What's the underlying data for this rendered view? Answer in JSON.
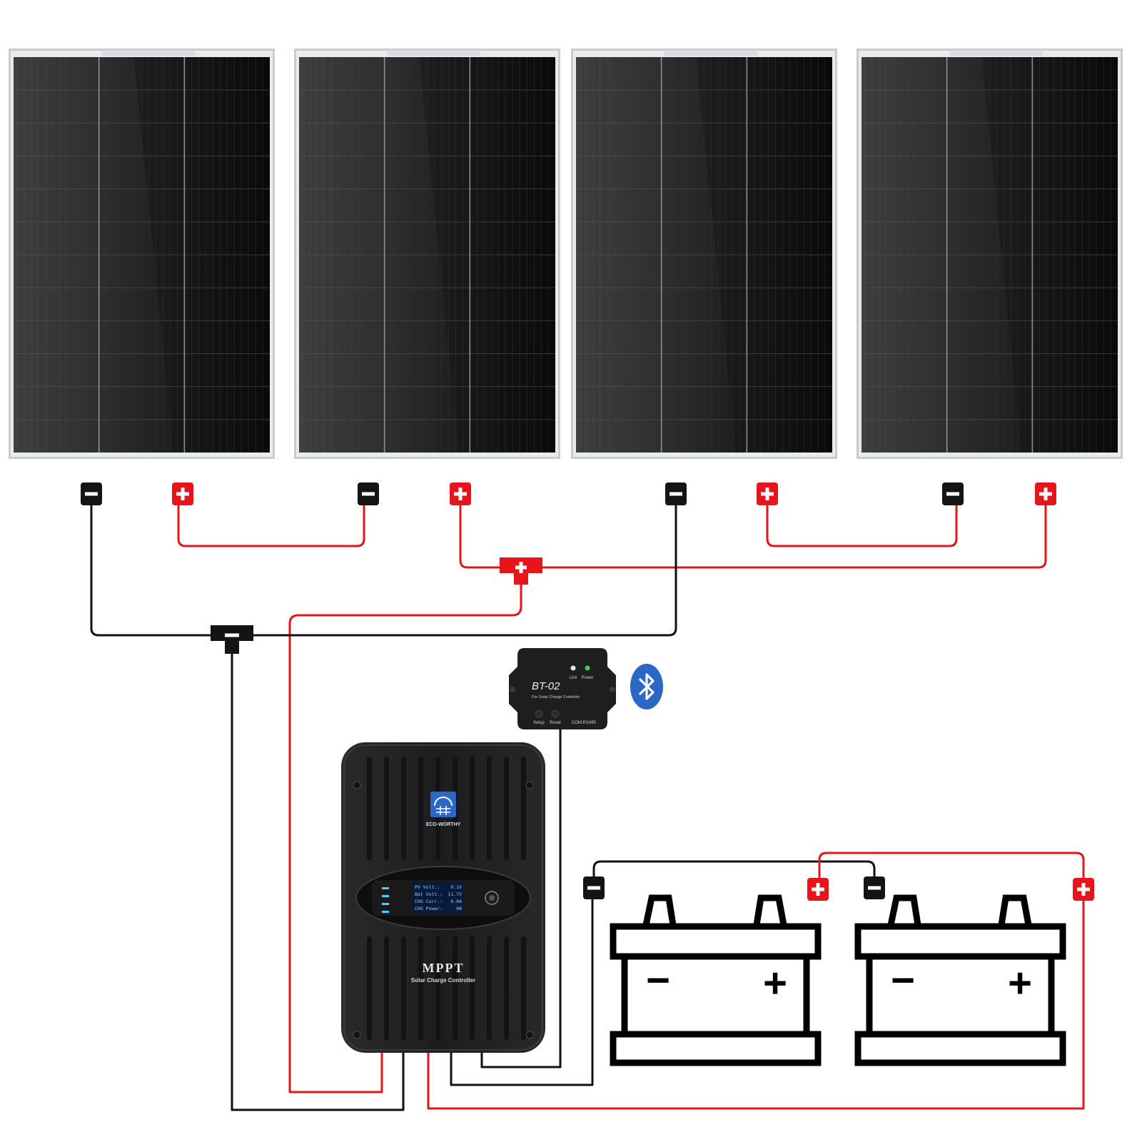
{
  "colors": {
    "positive_wire": "#e8141b",
    "negative_wire": "#111111",
    "panel_frame": "#c9cccf",
    "panel_cell": "#0b0b0c",
    "controller_body": "#1c1c1e",
    "bluetooth_blue": "#2b67c6"
  },
  "terminals": {
    "positive_symbol": "+",
    "negative_symbol": "−"
  },
  "solar_panels": [
    {
      "icon": "solar-panel-icon"
    },
    {
      "icon": "solar-panel-icon"
    },
    {
      "icon": "solar-panel-icon"
    },
    {
      "icon": "solar-panel-icon"
    }
  ],
  "bt_module": {
    "model": "BT-02",
    "subtitle": "For Solar Charge Controller",
    "led_link": "Link",
    "led_power": "Power",
    "btn_setup": "Setup",
    "btn_reset": "Reset",
    "port": "COM:RS485"
  },
  "bluetooth": {
    "icon": "bluetooth-icon"
  },
  "controller": {
    "brand": "ECO-WORTHY",
    "model": "MPPT",
    "subtitle": "Solar Charge Controller",
    "display": [
      {
        "label": "PV Volt.",
        "value": "0.1V"
      },
      {
        "label": "Bat Volt.",
        "value": "11.7V"
      },
      {
        "label": "CHG Curr.",
        "value": "0.0A"
      },
      {
        "label": "CHG Power",
        "value": "0W"
      }
    ]
  },
  "batteries": [
    {
      "icon": "battery-icon",
      "minus": "−",
      "plus": "+"
    },
    {
      "icon": "battery-icon",
      "minus": "−",
      "plus": "+"
    }
  ]
}
